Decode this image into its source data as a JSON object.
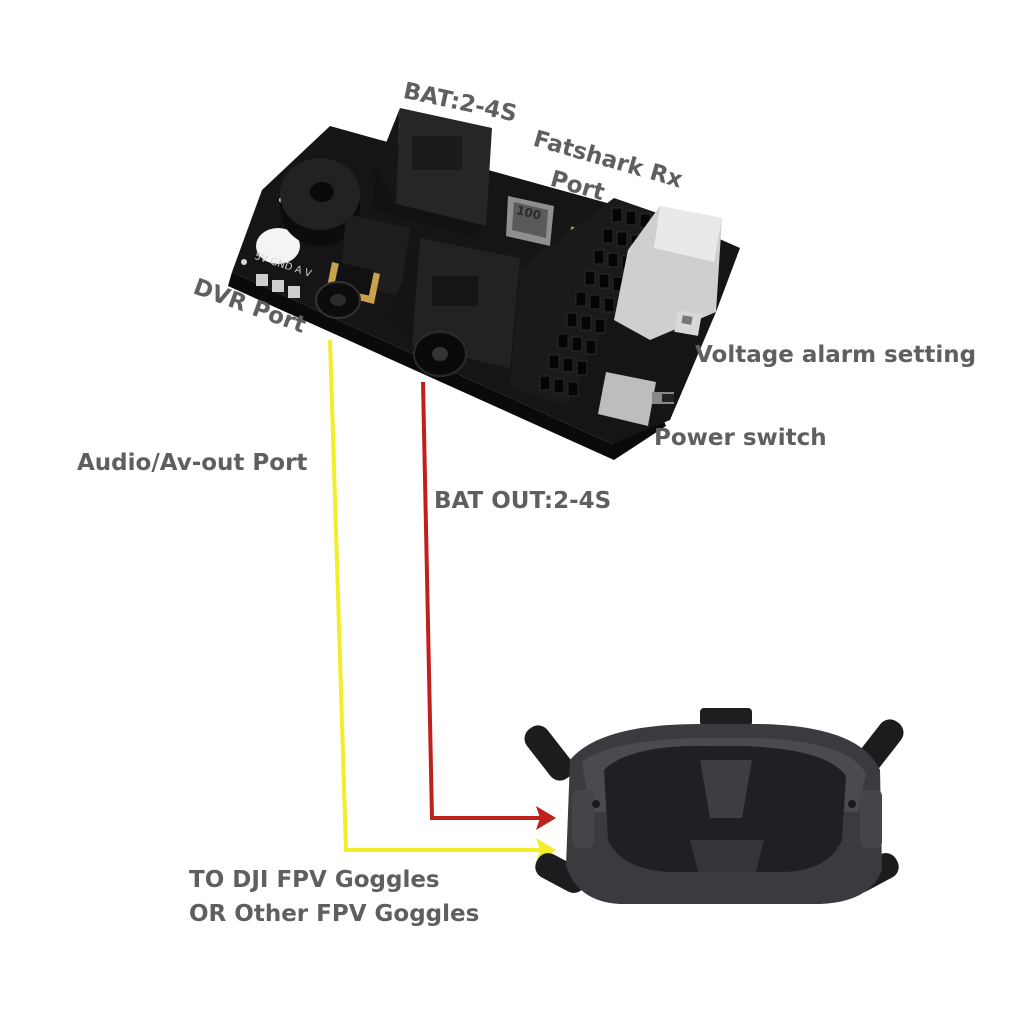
{
  "labels": {
    "bat_in": "BAT:2-4S",
    "fatshark_line1": "Fatshark Rx",
    "fatshark_line2": "Port",
    "dvr_port": "DVR Port",
    "voltage_alarm": "Voltage alarm setting",
    "power_switch": "Power switch",
    "audio_av_out": "Audio/Av-out Port",
    "bat_out": "BAT OUT:2-4S",
    "goggles_line1": "TO DJI FPV Goggles",
    "goggles_line2": "OR Other FPV Goggles"
  },
  "silkscreen": {
    "pins": "5V GND A V",
    "inductor": "100"
  },
  "colors": {
    "label_text": "#5f5f5f",
    "yellow_wire": "#f2ee2a",
    "red_wire": "#c0201c",
    "board": "#141414",
    "goggles": "#3a3b3e"
  }
}
